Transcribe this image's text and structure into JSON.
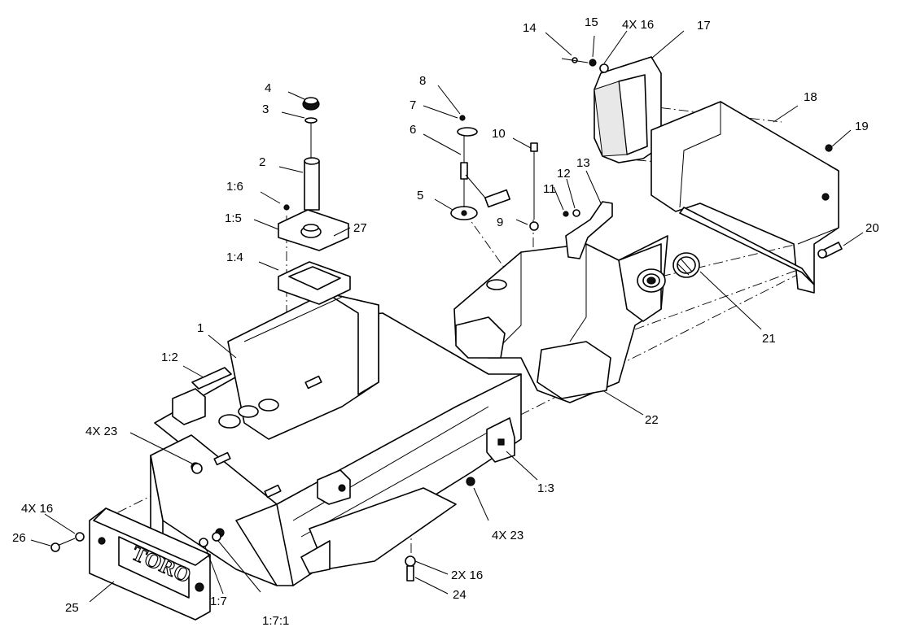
{
  "callouts": {
    "c1": "1",
    "c1_2": "1:2",
    "c1_3": "1:3",
    "c1_4": "1:4",
    "c1_5": "1:5",
    "c1_6": "1:6",
    "c1_7": "1:7",
    "c1_7_1": "1:7:1",
    "c2": "2",
    "c3": "3",
    "c4": "4",
    "c5": "5",
    "c6": "6",
    "c7": "7",
    "c8": "8",
    "c9": "9",
    "c10": "10",
    "c11": "11",
    "c12": "12",
    "c13": "13",
    "c14": "14",
    "c15": "15",
    "c4x16_top": "4X 16",
    "c17": "17",
    "c18": "18",
    "c19": "19",
    "c20": "20",
    "c21": "21",
    "c22": "22",
    "c4x23_left": "4X 23",
    "c4x23_right": "4X 23",
    "c24": "24",
    "c25": "25",
    "c26": "26",
    "c27": "27",
    "c4x16_left": "4X 16",
    "c2x16": "2X 16"
  },
  "logo": {
    "text": "TORO"
  }
}
